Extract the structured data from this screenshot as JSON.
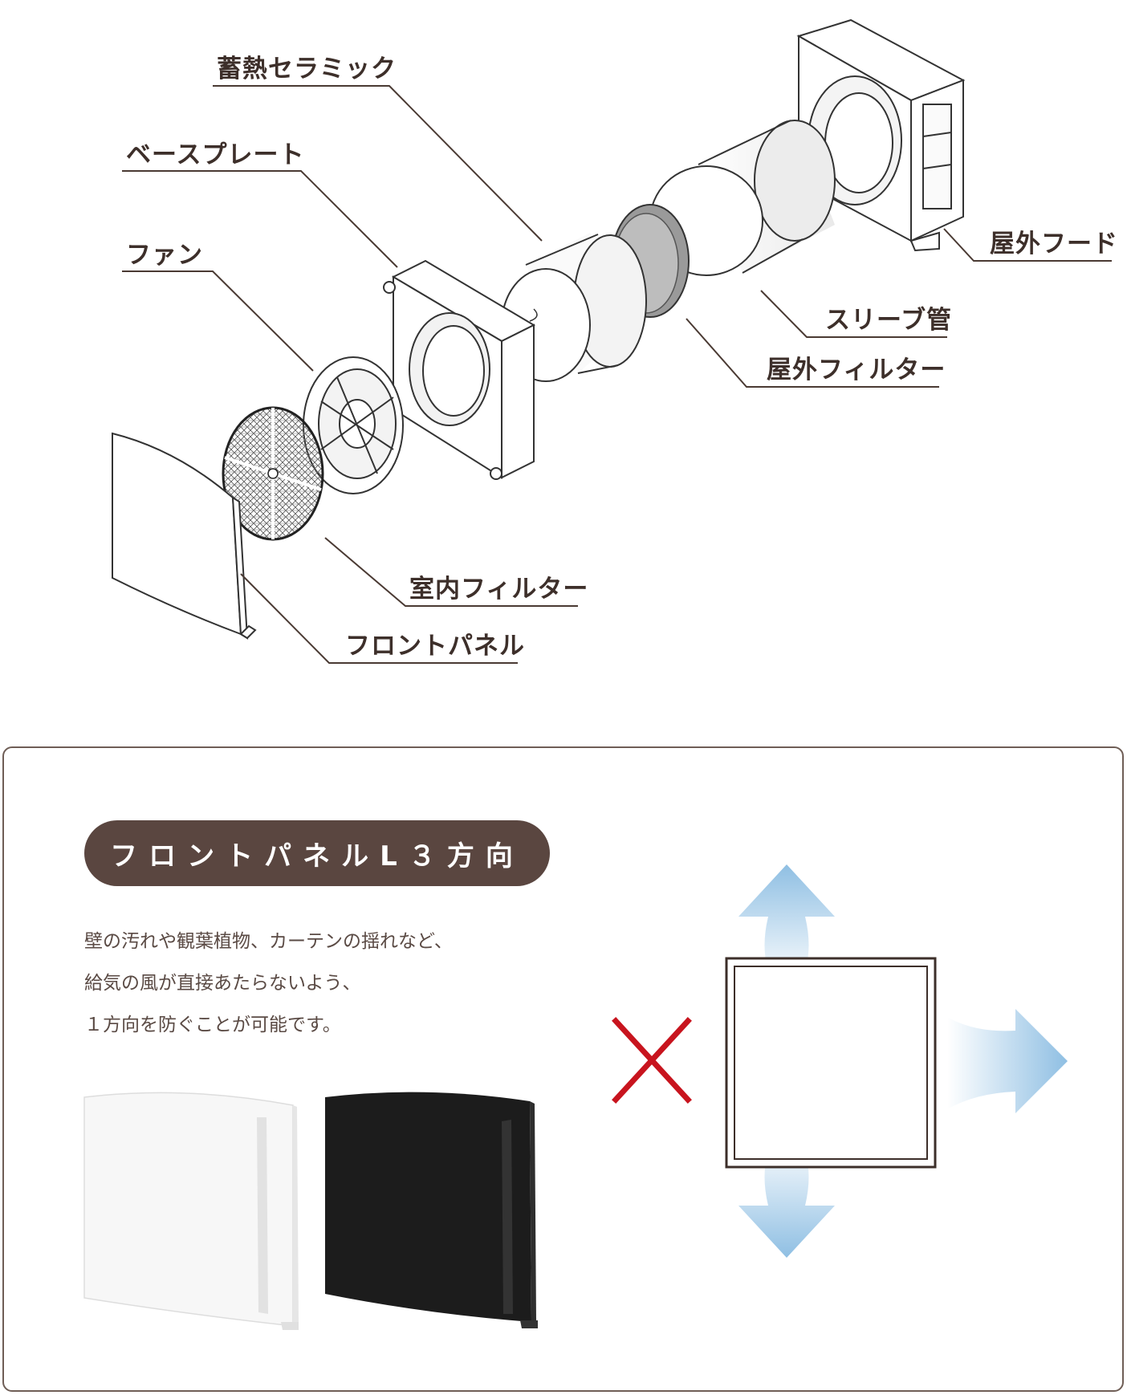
{
  "diagram": {
    "labels": {
      "ceramic": "蓄熱セラミック",
      "base_plate": "ベースプレート",
      "fan": "ファン",
      "outdoor_hood": "屋外フード",
      "sleeve": "スリーブ管",
      "outdoor_filter": "屋外フィルター",
      "indoor_filter": "室内フィルター",
      "front_panel": "フロントパネル"
    }
  },
  "feature": {
    "title": "フロントパネルL３方向",
    "description": [
      "壁の汚れや観葉植物、カーテンの揺れなど、",
      "給気の風が直接あたらないよう、",
      "１方向を防ぐことが可能です。"
    ]
  },
  "colors": {
    "pill_bg": "#5a4640",
    "arrow": "#8fbfe3",
    "cross": "#c8141e",
    "line": "#4a3a33"
  }
}
